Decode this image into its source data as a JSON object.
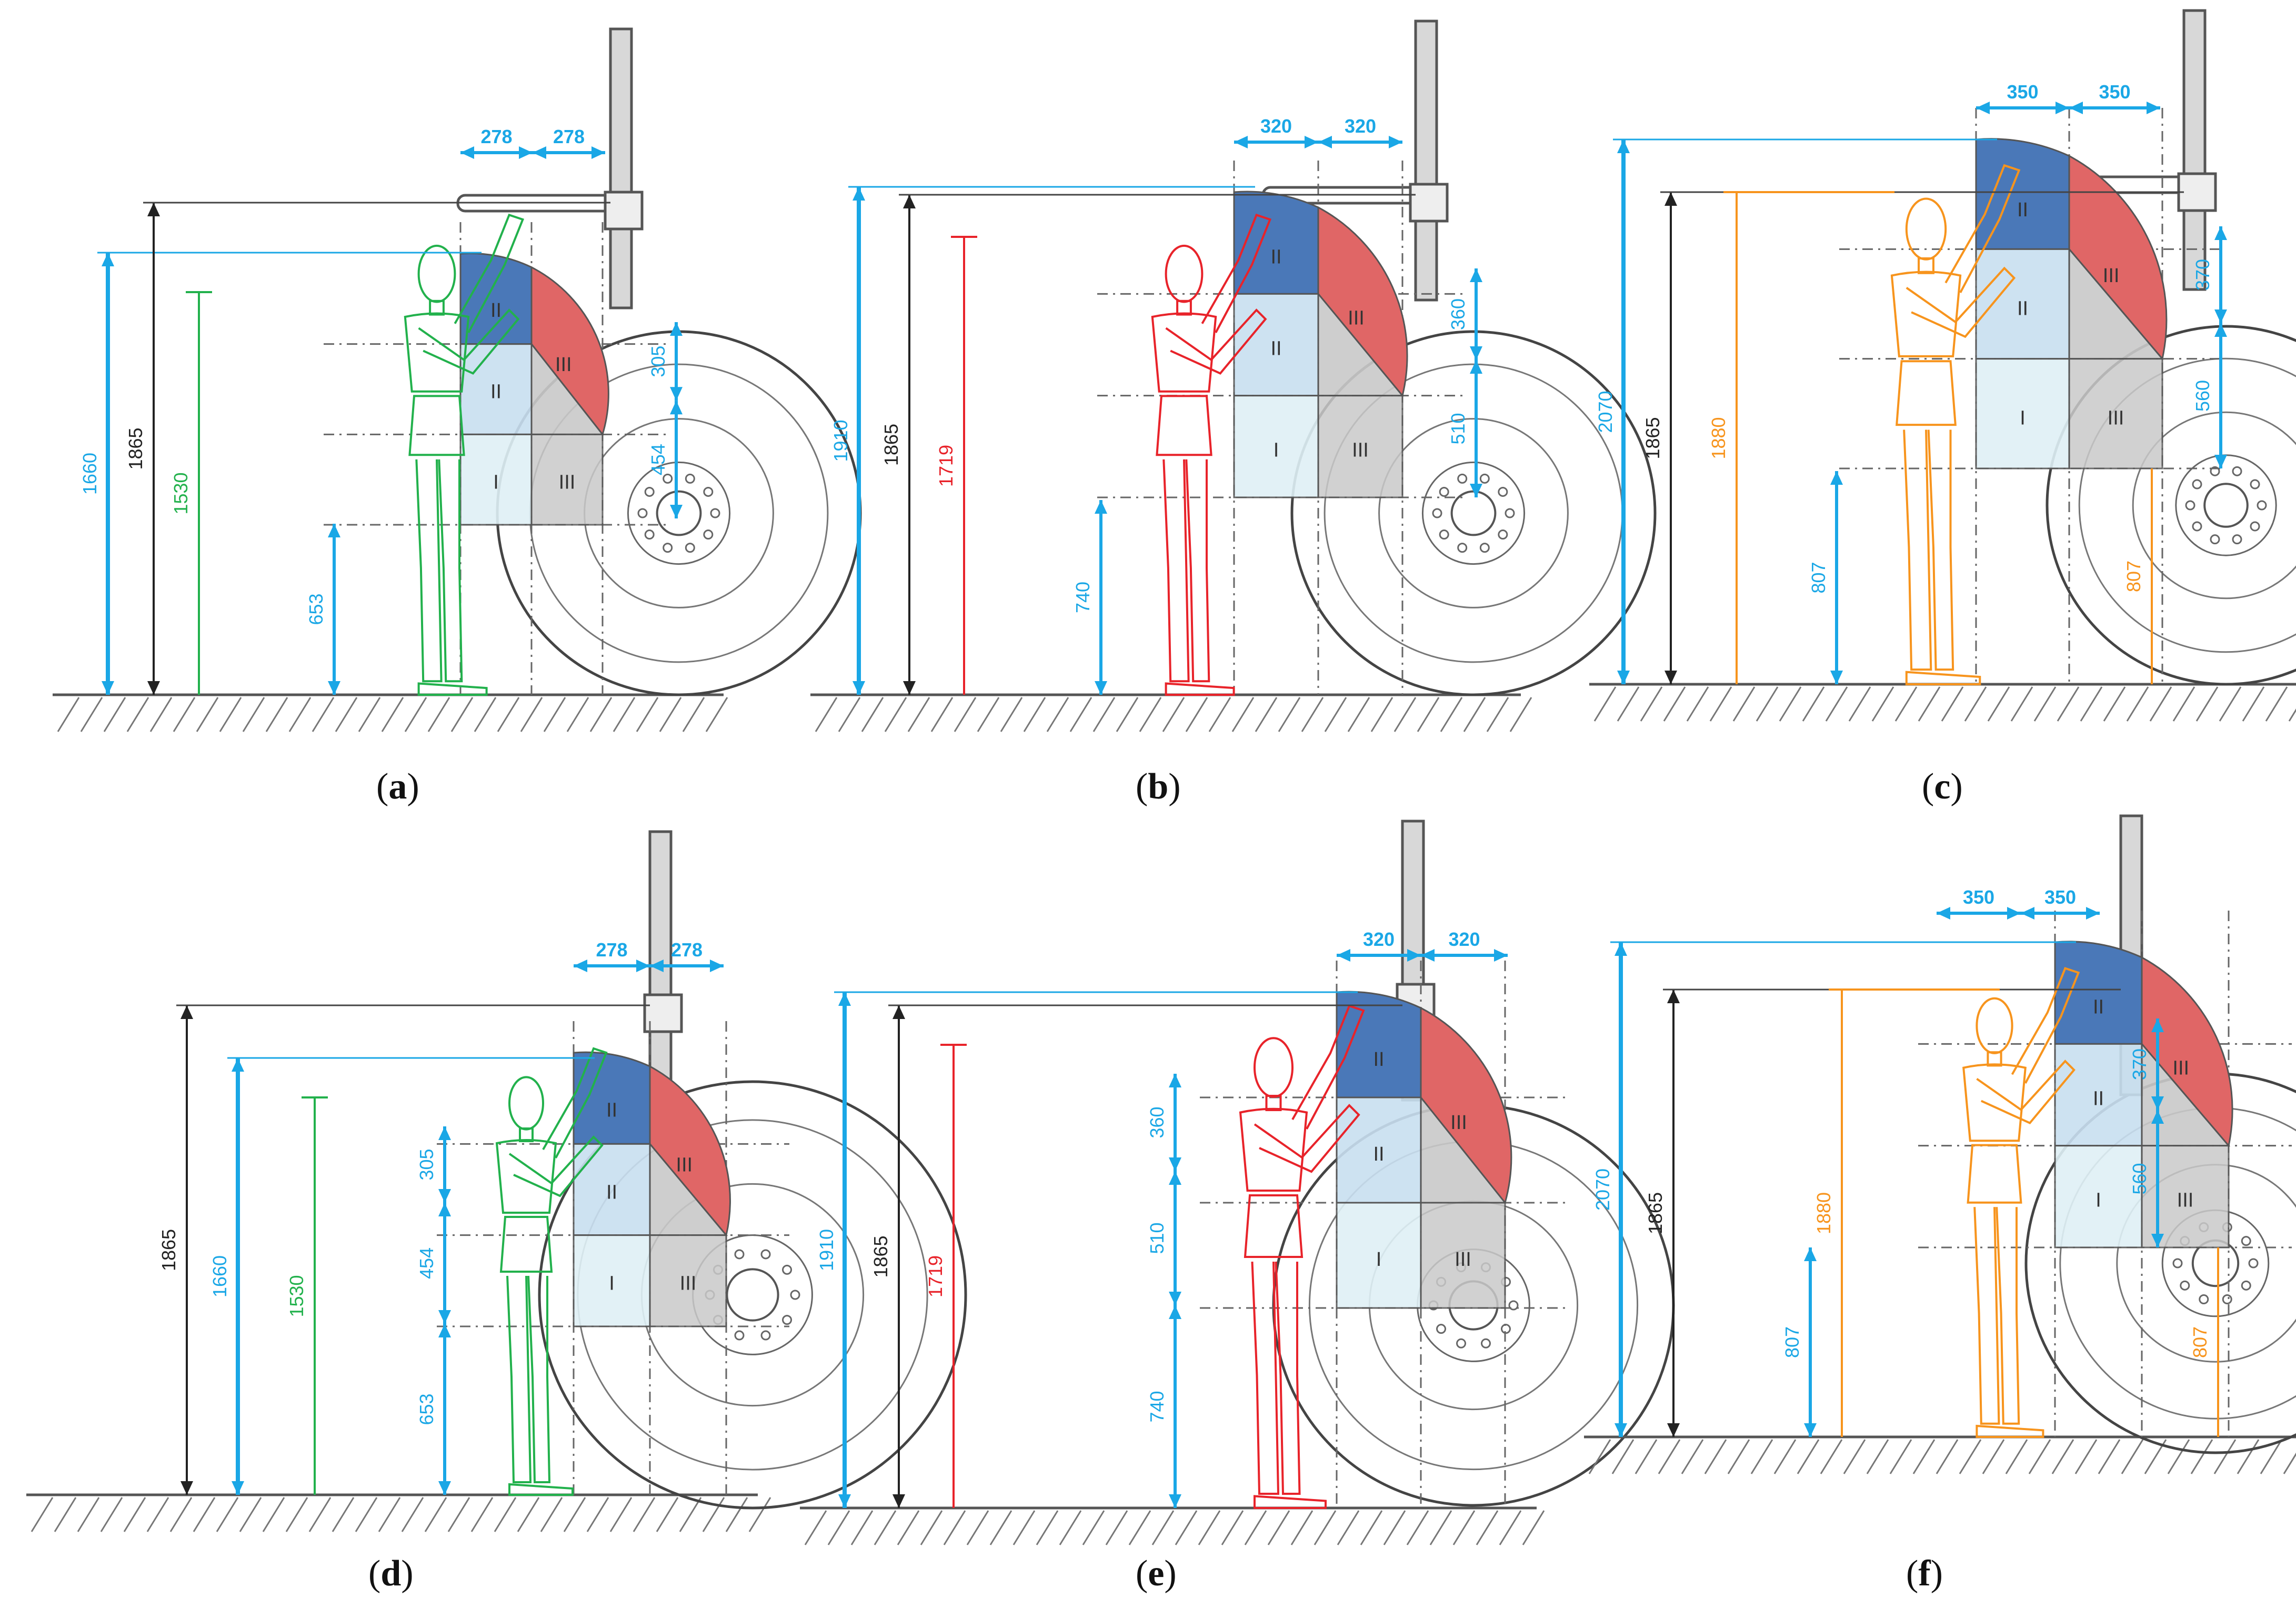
{
  "panels": [
    {
      "id": "a",
      "label": "a",
      "color": "#22b14c",
      "man_color": "#22b14c",
      "width_labels": [
        "278",
        "278"
      ],
      "dims": {
        "reach": "1660",
        "total": "1865",
        "body": "1530",
        "shelf": "653",
        "inner_upper": "305",
        "inner_lower": "454"
      },
      "zones": [
        "I",
        "II",
        "III",
        "II",
        "III"
      ]
    },
    {
      "id": "b",
      "label": "b",
      "color": "#e8232a",
      "man_color": "#e8232a",
      "width_labels": [
        "320",
        "320"
      ],
      "dims": {
        "reach": "1910",
        "total": "1865",
        "body": "1719",
        "shelf": "740",
        "inner_upper": "360",
        "inner_lower": "510"
      },
      "zones": [
        "I",
        "II",
        "III",
        "II",
        "III"
      ]
    },
    {
      "id": "c",
      "label": "c",
      "color": "#f7941d",
      "man_color": "#f7941d",
      "width_labels": [
        "350",
        "350"
      ],
      "dims": {
        "reach": "2070",
        "total": "1865",
        "body": "1880",
        "shelf": "807",
        "shelf_right": "807",
        "inner_upper": "370",
        "inner_lower": "560"
      },
      "zones": [
        "I",
        "II",
        "III",
        "II",
        "III"
      ]
    },
    {
      "id": "d",
      "label": "d",
      "color": "#22b14c",
      "man_color": "#22b14c",
      "width_labels": [
        "278",
        "278"
      ],
      "dims": {
        "total": "1865",
        "reach": "1660",
        "body": "1530",
        "seg_upper": "305",
        "seg_mid": "454",
        "seg_lower": "653"
      },
      "zones": [
        "I",
        "II",
        "III",
        "II",
        "III"
      ]
    },
    {
      "id": "e",
      "label": "e",
      "color": "#e8232a",
      "man_color": "#e8232a",
      "width_labels": [
        "320",
        "320"
      ],
      "dims": {
        "reach": "1910",
        "total": "1865",
        "body": "1719",
        "seg_upper": "360",
        "seg_mid": "510",
        "seg_lower": "740"
      },
      "zones": [
        "I",
        "II",
        "III",
        "II",
        "III"
      ]
    },
    {
      "id": "f",
      "label": "f",
      "color": "#f7941d",
      "man_color": "#f7941d",
      "width_labels": [
        "350",
        "350"
      ],
      "dims": {
        "reach": "2070",
        "total": "1865",
        "body": "1880",
        "shelf": "807",
        "shelf_right": "807",
        "inner_upper": "370",
        "inner_lower": "560"
      },
      "zones": [
        "I",
        "II",
        "III",
        "II",
        "III"
      ]
    }
  ],
  "colors": {
    "dim_blue": "#1aa7e6",
    "zone_top_blue": "#4a78b8",
    "zone_top_red": "#e06666",
    "zone_light_blue": "#c8dff0",
    "zone_lighter_blue": "#dff0f6",
    "zone_gray": "#c9c9c9",
    "outline": "#555555"
  }
}
